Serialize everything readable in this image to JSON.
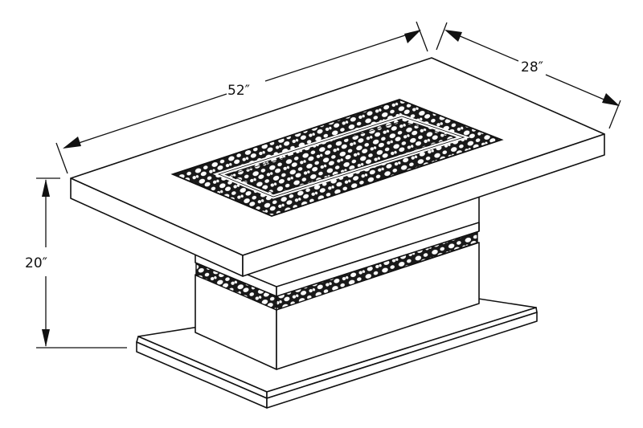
{
  "diagram": {
    "subject": "rectangular fire pit table, isometric line drawing",
    "dimensions": {
      "length": {
        "label": "52″",
        "value": 52,
        "unit": "in"
      },
      "width": {
        "label": "28″",
        "value": 28,
        "unit": "in"
      },
      "height": {
        "label": "20″",
        "value": 20,
        "unit": "in"
      }
    },
    "parts": [
      "table-top",
      "fire-pit-pebble-insert",
      "burner-frame",
      "pedestal-base",
      "pebble-band",
      "plinth"
    ],
    "colors": {
      "line": "#111111",
      "background": "#ffffff",
      "pebble-dark": "#1a1a1a",
      "pebble-light": "#ffffff"
    }
  }
}
